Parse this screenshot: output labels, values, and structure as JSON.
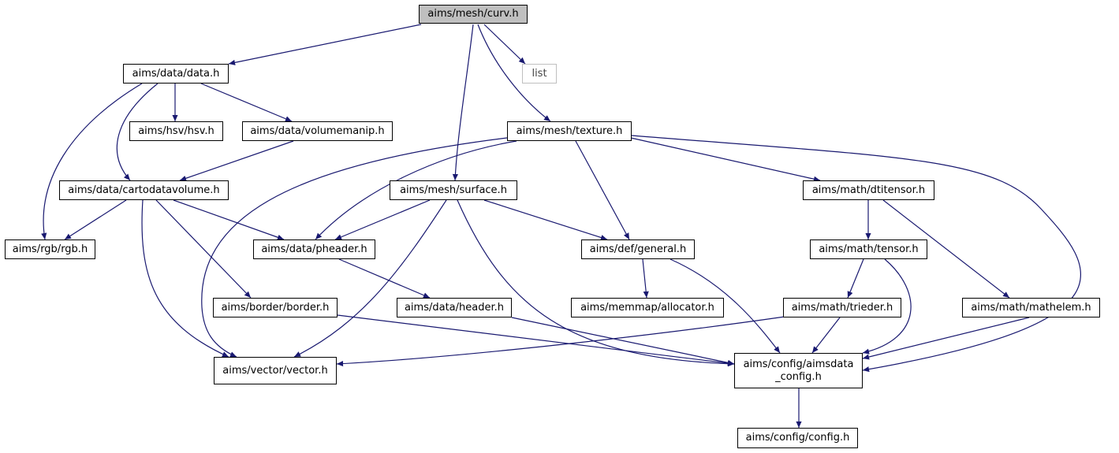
{
  "diagram": {
    "type": "include-dependency-graph",
    "edge_color": "#191970",
    "root_fill": "#bfbfbf",
    "external_border": "#bfbfbf",
    "nodes": [
      {
        "id": "curv",
        "label": "aims/mesh/curv.h",
        "kind": "root"
      },
      {
        "id": "data",
        "label": "aims/data/data.h",
        "kind": "file"
      },
      {
        "id": "list",
        "label": "list",
        "kind": "external"
      },
      {
        "id": "hsv",
        "label": "aims/hsv/hsv.h",
        "kind": "file"
      },
      {
        "id": "volumemanip",
        "label": "aims/data/volumemanip.h",
        "kind": "file"
      },
      {
        "id": "texture",
        "label": "aims/mesh/texture.h",
        "kind": "file"
      },
      {
        "id": "cartodatavolume",
        "label": "aims/data/cartodatavolume.h",
        "kind": "file"
      },
      {
        "id": "surface",
        "label": "aims/mesh/surface.h",
        "kind": "file"
      },
      {
        "id": "dtitensor",
        "label": "aims/math/dtitensor.h",
        "kind": "file"
      },
      {
        "id": "rgb",
        "label": "aims/rgb/rgb.h",
        "kind": "file"
      },
      {
        "id": "pheader",
        "label": "aims/data/pheader.h",
        "kind": "file"
      },
      {
        "id": "general",
        "label": "aims/def/general.h",
        "kind": "file"
      },
      {
        "id": "tensor",
        "label": "aims/math/tensor.h",
        "kind": "file"
      },
      {
        "id": "border",
        "label": "aims/border/border.h",
        "kind": "file"
      },
      {
        "id": "header",
        "label": "aims/data/header.h",
        "kind": "file"
      },
      {
        "id": "allocator",
        "label": "aims/memmap/allocator.h",
        "kind": "file"
      },
      {
        "id": "trieder",
        "label": "aims/math/trieder.h",
        "kind": "file"
      },
      {
        "id": "mathelem",
        "label": "aims/math/mathelem.h",
        "kind": "file"
      },
      {
        "id": "vector",
        "label": "aims/vector/vector.h",
        "kind": "file"
      },
      {
        "id": "aimsdata_config",
        "label": "aims/config/aimsdata\n_config.h",
        "kind": "file"
      },
      {
        "id": "config",
        "label": "aims/config/config.h",
        "kind": "file"
      }
    ],
    "edges": [
      [
        "curv",
        "data"
      ],
      [
        "curv",
        "list"
      ],
      [
        "curv",
        "texture"
      ],
      [
        "curv",
        "surface"
      ],
      [
        "data",
        "hsv"
      ],
      [
        "data",
        "volumemanip"
      ],
      [
        "data",
        "cartodatavolume"
      ],
      [
        "data",
        "rgb"
      ],
      [
        "volumemanip",
        "cartodatavolume"
      ],
      [
        "cartodatavolume",
        "rgb"
      ],
      [
        "cartodatavolume",
        "pheader"
      ],
      [
        "cartodatavolume",
        "border"
      ],
      [
        "cartodatavolume",
        "vector"
      ],
      [
        "texture",
        "pheader"
      ],
      [
        "texture",
        "vector"
      ],
      [
        "texture",
        "general"
      ],
      [
        "texture",
        "dtitensor"
      ],
      [
        "texture",
        "aimsdata_config"
      ],
      [
        "surface",
        "pheader"
      ],
      [
        "surface",
        "general"
      ],
      [
        "surface",
        "vector"
      ],
      [
        "surface",
        "aimsdata_config"
      ],
      [
        "pheader",
        "header"
      ],
      [
        "general",
        "allocator"
      ],
      [
        "general",
        "aimsdata_config"
      ],
      [
        "dtitensor",
        "tensor"
      ],
      [
        "dtitensor",
        "mathelem"
      ],
      [
        "tensor",
        "trieder"
      ],
      [
        "tensor",
        "aimsdata_config"
      ],
      [
        "trieder",
        "vector"
      ],
      [
        "trieder",
        "aimsdata_config"
      ],
      [
        "mathelem",
        "aimsdata_config"
      ],
      [
        "border",
        "aimsdata_config"
      ],
      [
        "header",
        "aimsdata_config"
      ],
      [
        "aimsdata_config",
        "config"
      ]
    ]
  }
}
